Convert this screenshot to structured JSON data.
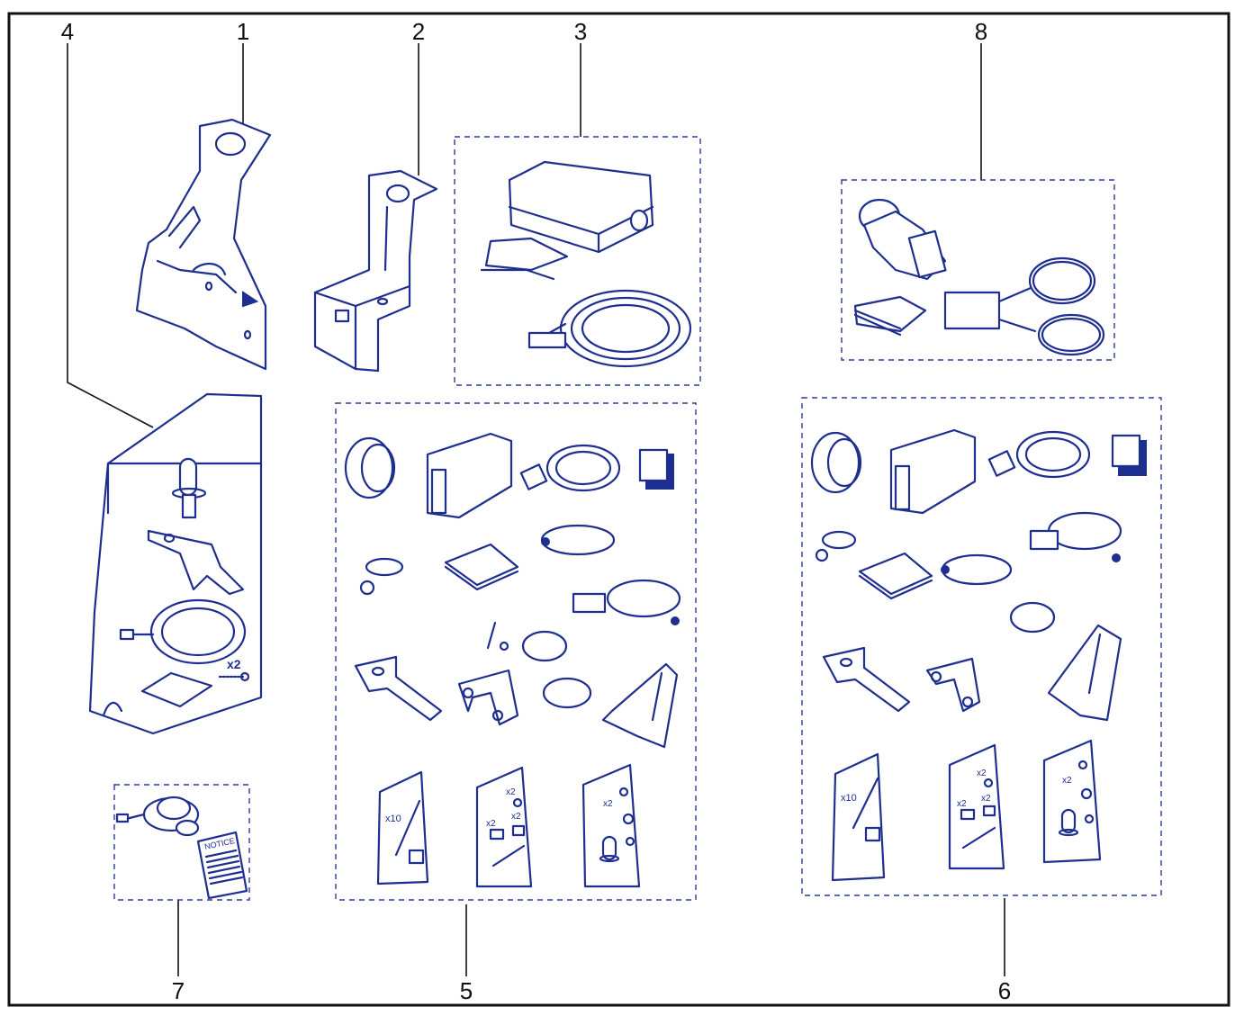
{
  "callouts": {
    "c1": "1",
    "c2": "2",
    "c3": "3",
    "c4": "4",
    "c5": "5",
    "c6": "6",
    "c7": "7",
    "c8": "8"
  },
  "labels": {
    "qty_x2": "x2",
    "qty_x10": "x10",
    "notice": "NOTICE"
  },
  "colors": {
    "ink": "#1f2f8f",
    "frame": "#111111"
  }
}
